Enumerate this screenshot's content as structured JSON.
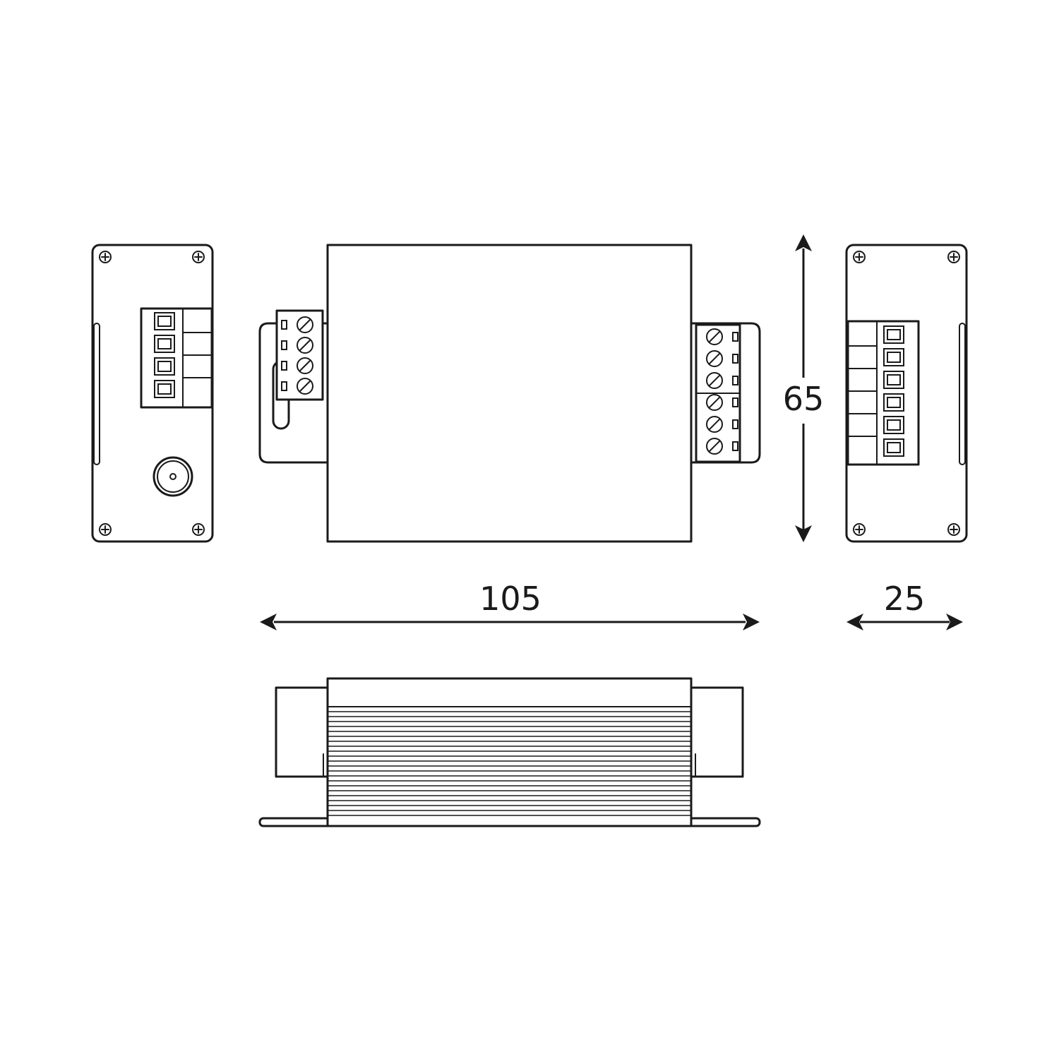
{
  "dimensions": {
    "length": "105",
    "height": "65",
    "depth": "25"
  },
  "colors": {
    "line": "#1a1a1a",
    "background": "#ffffff"
  }
}
